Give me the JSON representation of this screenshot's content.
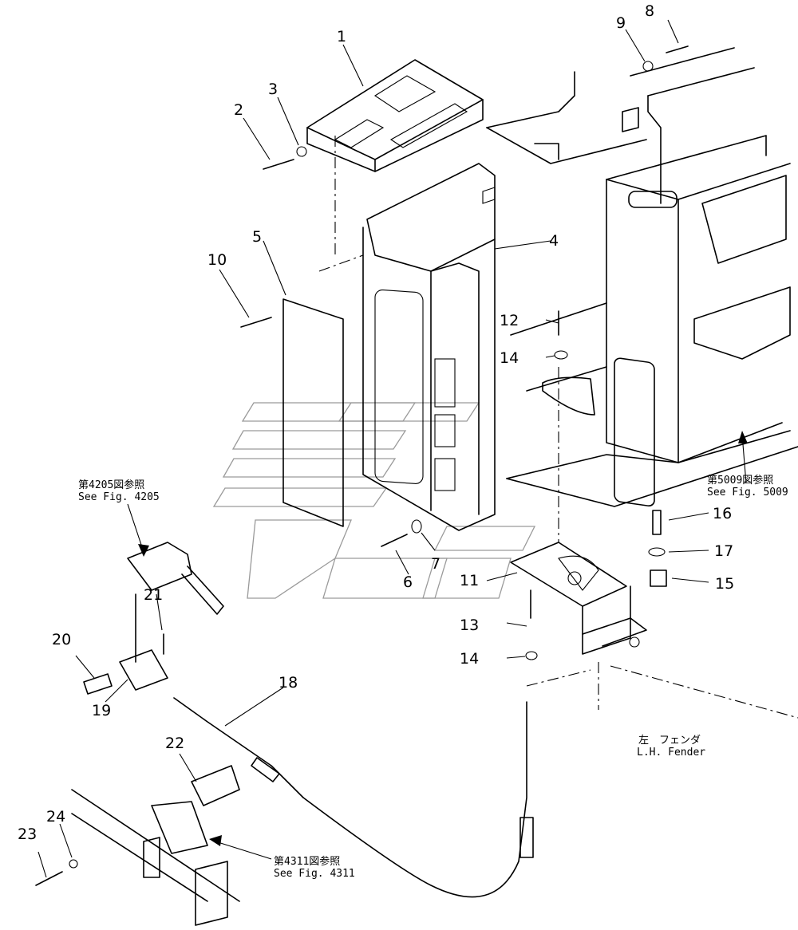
{
  "part_numbers": {
    "p1": "1",
    "p2": "2",
    "p3": "3",
    "p4": "4",
    "p5": "5",
    "p6": "6",
    "p7": "7",
    "p8": "8",
    "p9": "9",
    "p10": "10",
    "p11": "11",
    "p12": "12",
    "p13": "13",
    "p14a": "14",
    "p14b": "14",
    "p15": "15",
    "p16": "16",
    "p17": "17",
    "p18": "18",
    "p19": "19",
    "p20": "20",
    "p21": "21",
    "p22": "22",
    "p23": "23",
    "p24": "24"
  },
  "references": {
    "fig4205_jp": "第4205図参照",
    "fig4205_en": "See Fig. 4205",
    "fig5009_jp": "第5009図参照",
    "fig5009_en": "See Fig. 5009",
    "fig4311_jp": "第4311図参照",
    "fig4311_en": "See Fig. 4311",
    "fender_jp": "左　フェンダ",
    "fender_en": "L.H. Fender"
  }
}
